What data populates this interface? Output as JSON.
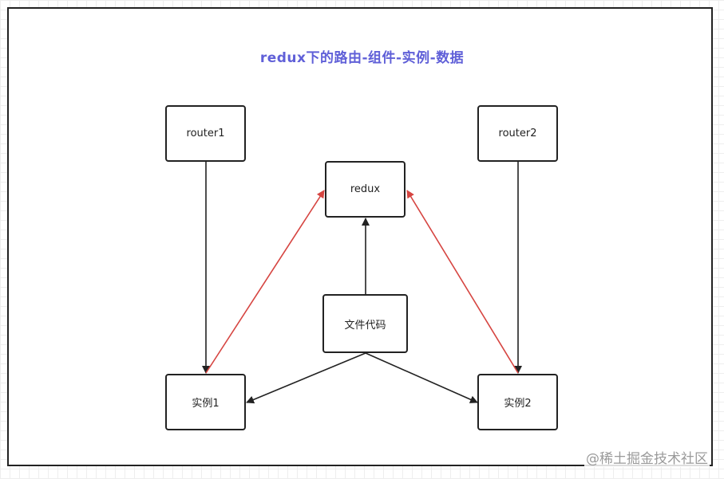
{
  "title": "redux下的路由-组件-实例-数据",
  "nodes": {
    "router1": "router1",
    "router2": "router2",
    "redux": "redux",
    "file_code": "文件代码",
    "instance1": "实例1",
    "instance2": "实例2"
  },
  "colors": {
    "title": "#6060d8",
    "edge_black": "#222222",
    "edge_red": "#d64541"
  },
  "edges": [
    {
      "from": "router1",
      "to": "instance1",
      "color": "black"
    },
    {
      "from": "router2",
      "to": "instance2",
      "color": "black"
    },
    {
      "from": "file_code",
      "to": "redux",
      "color": "black"
    },
    {
      "from": "file_code",
      "to": "instance1",
      "color": "black"
    },
    {
      "from": "file_code",
      "to": "instance2",
      "color": "black"
    },
    {
      "from": "instance1",
      "to": "redux",
      "color": "red"
    },
    {
      "from": "instance2",
      "to": "redux",
      "color": "red"
    }
  ],
  "watermark": "@稀土掘金技术社区"
}
